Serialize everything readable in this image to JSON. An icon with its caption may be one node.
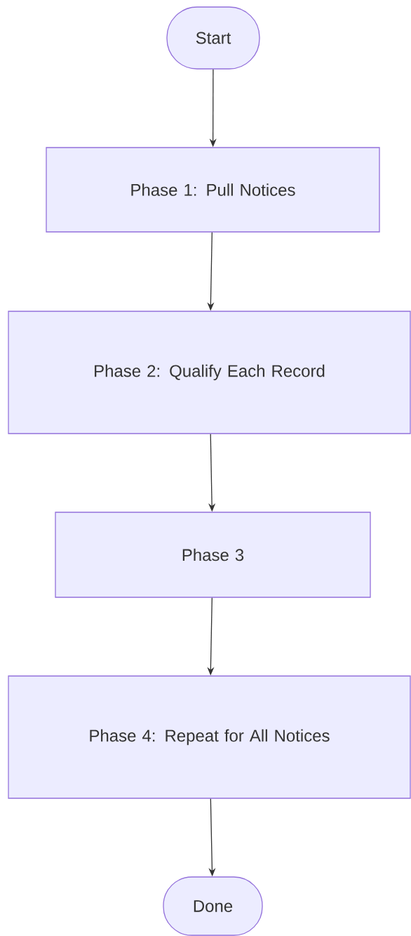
{
  "diagram": {
    "nodes": [
      {
        "text": [
          "Start"
        ]
      },
      {
        "text": [
          "Phase 1: Pull Notices"
        ]
      },
      {
        "text": [
          "Phase 2: Qualify Each Record"
        ]
      },
      {
        "text": [
          "Phase 3"
        ]
      },
      {
        "text": [
          "Phase 4: Repeat for All Notices"
        ]
      },
      {
        "text": [
          "Done"
        ]
      }
    ],
    "edges": [
      {
        "from": 0,
        "to": 1,
        "arrow": "to"
      },
      {
        "from": 1,
        "to": 2,
        "arrow": "to"
      },
      {
        "from": 2,
        "to": 3,
        "arrow": "to"
      },
      {
        "from": 3,
        "to": 4,
        "arrow": "to"
      },
      {
        "from": 4,
        "to": 5,
        "arrow": "to"
      }
    ]
  }
}
